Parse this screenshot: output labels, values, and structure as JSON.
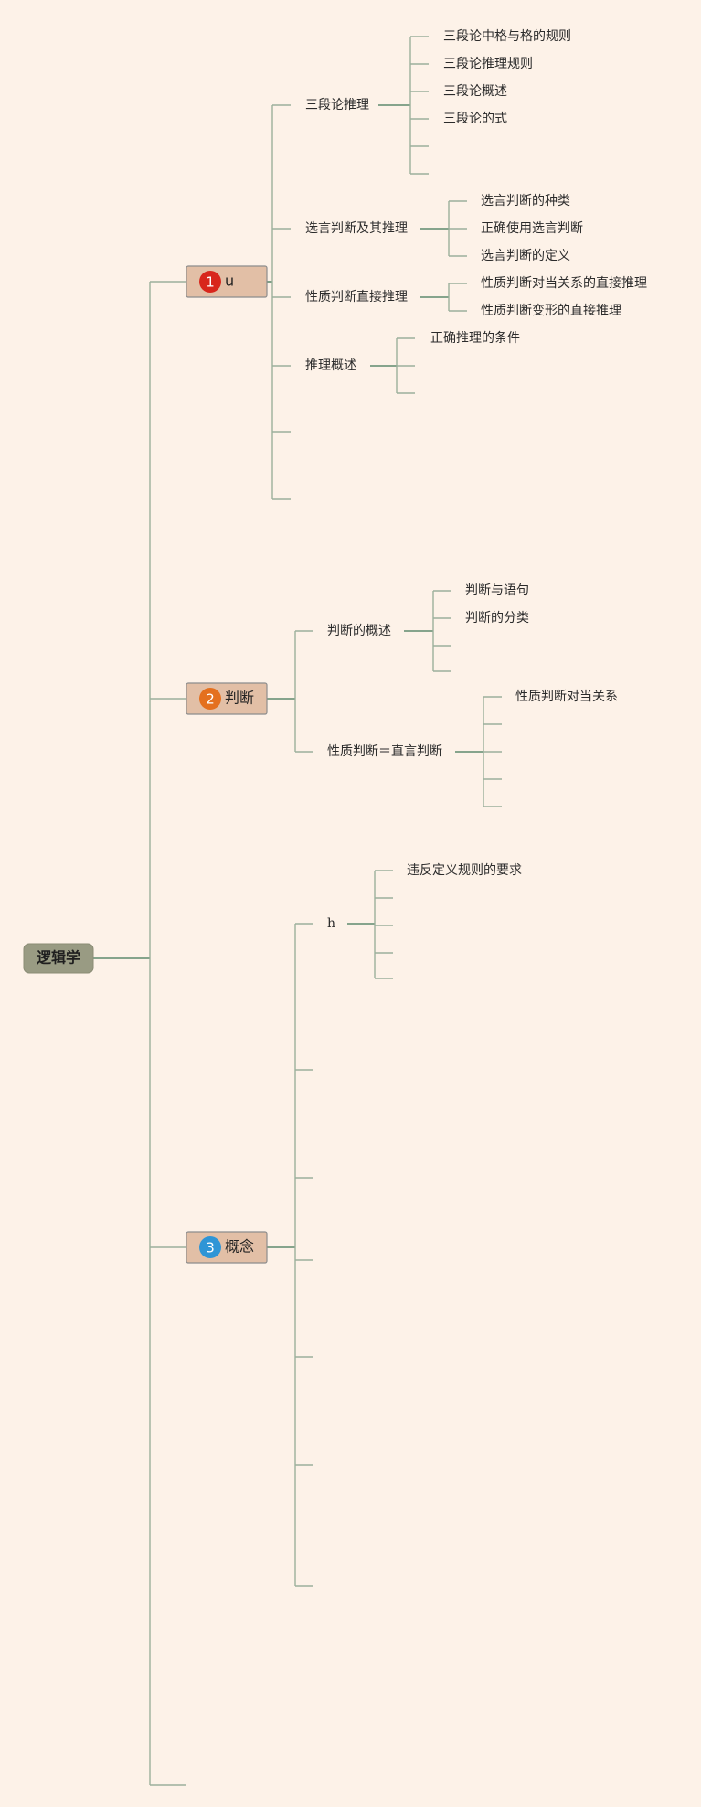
{
  "mindmap": {
    "root": {
      "label": "逻辑学"
    },
    "branches": [
      {
        "label": "u",
        "badge": "1",
        "badge_color": "#d8261c",
        "topics": [
          {
            "label": "三段论推理",
            "children": [
              "三段论中格与格的规则",
              "三段论推理规则",
              "三段论概述",
              "三段论的式",
              "",
              ""
            ]
          },
          {
            "label": "选言判断及其推理",
            "children": [
              "选言判断的种类",
              "正确使用选言判断",
              "选言判断的定义"
            ]
          },
          {
            "label": "性质判断直接推理",
            "children": [
              "性质判断对当关系的直接推理",
              "性质判断变形的直接推理"
            ]
          },
          {
            "label": "推理概述",
            "children": [
              "正确推理的条件",
              "",
              ""
            ]
          },
          {
            "label": "",
            "children": []
          },
          {
            "label": "",
            "children": []
          }
        ]
      },
      {
        "label": "判断",
        "badge": "2",
        "badge_color": "#e4701e",
        "topics": [
          {
            "label": "判断的概述",
            "children": [
              "判断与语句",
              "判断的分类",
              "",
              ""
            ]
          },
          {
            "label": "性质判断＝直言判断",
            "children": [
              "性质判断对当关系",
              "",
              "",
              "",
              ""
            ]
          }
        ]
      },
      {
        "label": "概念",
        "badge": "3",
        "badge_color": "#2f95d6",
        "topics": [
          {
            "label": "h",
            "children": [
              "违反定义规则的要求",
              "",
              "",
              "",
              ""
            ]
          },
          {
            "label": "",
            "children": []
          },
          {
            "label": "",
            "children": []
          },
          {
            "label": "",
            "children": []
          },
          {
            "label": "",
            "children": []
          },
          {
            "label": "",
            "children": []
          },
          {
            "label": "",
            "children": []
          }
        ]
      },
      {
        "label": "",
        "badge": "",
        "badge_color": "",
        "topics": []
      }
    ]
  },
  "colors": {
    "background": "#fdf2e8",
    "connector": "#9cb09c",
    "connector_strong": "#5f8a6e",
    "root_fill": "#999b83",
    "branch_fill": "#e2bfa6"
  }
}
